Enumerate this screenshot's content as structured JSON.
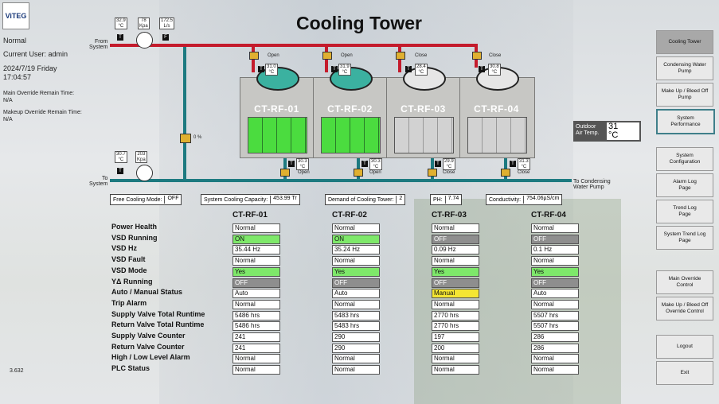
{
  "app": {
    "logo_text": "ViTEG",
    "title": "Cooling Tower",
    "version": "3.632"
  },
  "status": {
    "mode": "Normal",
    "user": "Current User: admin",
    "date": "2024/7/19  Friday",
    "time": "17:04:57",
    "main_override_label": "Main Override Remain Time:",
    "main_override_value": "N/A",
    "makeup_override_label": "Makeup Override Remain Time:",
    "makeup_override_value": "N/A"
  },
  "pipes": {
    "from_system": "From\nSystem",
    "to_system": "To\nSystem",
    "to_condensing": "To Condensing\nWater Pump"
  },
  "supply": {
    "temp": "32.9\n°C",
    "pressure": "78\nKpa",
    "flow": "172.5\nL/s"
  },
  "return": {
    "temp": "30.7\n°C",
    "pressure": "203\nKpa"
  },
  "bypass_valve": "0 %",
  "towers": [
    {
      "name": "CT-RF-01",
      "top_temp": "31.0\n°C",
      "top_valve": "Open",
      "bot_temp": "30.3\n°C",
      "bot_valve": "Open",
      "on": true
    },
    {
      "name": "CT-RF-02",
      "top_temp": "31.9\n°C",
      "top_valve": "Open",
      "bot_temp": "30.3\n°C",
      "bot_valve": "Open",
      "on": true
    },
    {
      "name": "CT-RF-03",
      "top_temp": "28.4\n°C",
      "top_valve": "Close",
      "bot_temp": "29.9\n°C",
      "bot_valve": "Close",
      "on": false
    },
    {
      "name": "CT-RF-04",
      "top_temp": "30.8\n°C",
      "top_valve": "Close",
      "bot_temp": "31.3\n°C",
      "bot_valve": "Close",
      "on": false
    }
  ],
  "outdoor": {
    "label": "Outdoor\nAir Temp.",
    "value": "31\n°C"
  },
  "summary": {
    "free_cooling_label": "Free Cooling Mode:",
    "free_cooling_value": "OFF",
    "capacity_label": "System Cooling Capacity:",
    "capacity_value": "453.99 Tr",
    "demand_label": "Demand of Cooling Tower:",
    "demand_value": "2",
    "ph_label": "PH:",
    "ph_value": "7.74",
    "conductivity_label": "Conductivity:",
    "conductivity_value": "754.06µS/cm"
  },
  "table": {
    "headers": [
      "CT-RF-01",
      "CT-RF-02",
      "CT-RF-03",
      "CT-RF-04"
    ],
    "rows": [
      {
        "label": "Power Health",
        "values": [
          "Normal",
          "Normal",
          "Normal",
          "Normal"
        ],
        "styles": [
          "",
          "",
          "",
          ""
        ]
      },
      {
        "label": "VSD Running",
        "values": [
          "ON",
          "ON",
          "OFF",
          "OFF"
        ],
        "styles": [
          "green",
          "green",
          "gray",
          "gray"
        ]
      },
      {
        "label": "VSD Hz",
        "values": [
          "35.44 Hz",
          "35.24 Hz",
          "0.09 Hz",
          "0.1 Hz"
        ],
        "styles": [
          "",
          "",
          "",
          ""
        ]
      },
      {
        "label": "VSD Fault",
        "values": [
          "Normal",
          "Normal",
          "Normal",
          "Normal"
        ],
        "styles": [
          "",
          "",
          "",
          ""
        ]
      },
      {
        "label": "VSD Mode",
        "values": [
          "Yes",
          "Yes",
          "Yes",
          "Yes"
        ],
        "styles": [
          "green",
          "green",
          "green",
          "green"
        ]
      },
      {
        "label": "YΔ Running",
        "values": [
          "OFF",
          "OFF",
          "OFF",
          "OFF"
        ],
        "styles": [
          "gray",
          "gray",
          "gray",
          "gray"
        ]
      },
      {
        "label": "Auto / Manual Status",
        "values": [
          "Auto",
          "Auto",
          "Manual",
          "Auto"
        ],
        "styles": [
          "",
          "",
          "yellow",
          ""
        ]
      },
      {
        "label": "Trip Alarm",
        "values": [
          "Normal",
          "Normal",
          "Normal",
          "Normal"
        ],
        "styles": [
          "",
          "",
          "",
          ""
        ]
      },
      {
        "label": "Supply Valve Total Runtime",
        "values": [
          "5486 hrs",
          "5483 hrs",
          "2770 hrs",
          "5507 hrs"
        ],
        "styles": [
          "",
          "",
          "",
          ""
        ]
      },
      {
        "label": "Return Valve Total Runtime",
        "values": [
          "5486 hrs",
          "5483 hrs",
          "2770 hrs",
          "5507 hrs"
        ],
        "styles": [
          "",
          "",
          "",
          ""
        ]
      },
      {
        "label": "Supply Valve Counter",
        "values": [
          "241",
          "290",
          "197",
          "286"
        ],
        "styles": [
          "",
          "",
          "",
          ""
        ]
      },
      {
        "label": "Return Valve Counter",
        "values": [
          "241",
          "290",
          "200",
          "286"
        ],
        "styles": [
          "",
          "",
          "",
          ""
        ]
      },
      {
        "label": "High / Low Level Alarm",
        "values": [
          "Normal",
          "Normal",
          "Normal",
          "Normal"
        ],
        "styles": [
          "",
          "",
          "",
          ""
        ]
      },
      {
        "label": "PLC Status",
        "values": [
          "Normal",
          "Normal",
          "Normal",
          "Normal"
        ],
        "styles": [
          "",
          "",
          "",
          ""
        ]
      }
    ]
  },
  "nav": [
    {
      "label": "Cooling Tower",
      "state": "active"
    },
    {
      "label": "Condensing Water\nPump",
      "state": ""
    },
    {
      "label": "Make Up / Bleed Off\nPump",
      "state": ""
    },
    {
      "label": "System\nPerformance",
      "state": "sel"
    },
    {
      "label": "System\nConfiguration",
      "state": ""
    },
    {
      "label": "Alarm Log\nPage",
      "state": ""
    },
    {
      "label": "Trend Log\nPage",
      "state": ""
    },
    {
      "label": "System Trend Log\nPage",
      "state": ""
    },
    {
      "label": "Main Override\nControl",
      "state": ""
    },
    {
      "label": "Make Up / Bleed Off\nOverride Control",
      "state": ""
    },
    {
      "label": "Logout",
      "state": ""
    },
    {
      "label": "Exit",
      "state": ""
    }
  ],
  "colors": {
    "supply_pipe": "#c41b2c",
    "return_pipe": "#1d7a80",
    "on_green": "#7ee86a",
    "manual_yellow": "#f4e632"
  }
}
